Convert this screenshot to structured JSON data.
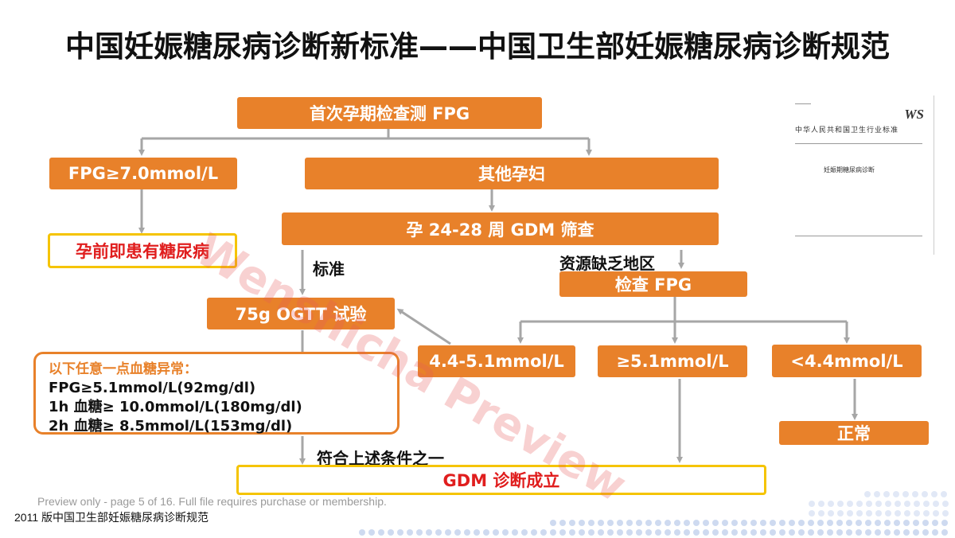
{
  "title": "中国妊娠糖尿病诊断新标准——中国卫生部妊娠糖尿病诊断规范",
  "flow": {
    "first_check": "首次孕期检查测 FPG",
    "fpg_high": "FPG≥7.0mmol/L",
    "other_pregnant": "其他孕妇",
    "pre_diabetes": "孕前即患有糖尿病",
    "screening": "孕 24-28 周 GDM 筛查",
    "standard_label": "标准",
    "resource_label": "资源缺乏地区",
    "check_fpg": "检查 FPG",
    "ogtt": "75g OGTT 试验",
    "range_mid": "4.4-5.1mmol/L",
    "range_high": "≥5.1mmol/L",
    "range_low": "<4.4mmol/L",
    "normal": "正常",
    "meets_label": "符合上述条件之一",
    "gdm_result": "GDM 诊断成立"
  },
  "criteria": {
    "title": "以下任意一点血糖异常：",
    "lines": [
      "FPG≥5.1mmol/L(92mg/dl)",
      "1h 血糖≥ 10.0mmol/L(180mg/dl)",
      "2h 血糖≥ 8.5mmol/L(153mg/dl)"
    ]
  },
  "doc_thumbnail": {
    "logo": "WS",
    "header": "中华人民共和国卫生行业标准",
    "doc_title": "妊娠期糖尿病诊断"
  },
  "watermark": "Wenshicha Preview",
  "preview_notice": "Preview only - page 5 of 16. Full file requires purchase or membership.",
  "caption": "2011 版中国卫生部妊娠糖尿病诊断规范",
  "colors": {
    "orange": "#e8812a",
    "yellow_border": "#f5c400",
    "red_text": "#e01e1e",
    "arrow_gray": "#a6a6a6",
    "dots": "#c9d6ee"
  }
}
